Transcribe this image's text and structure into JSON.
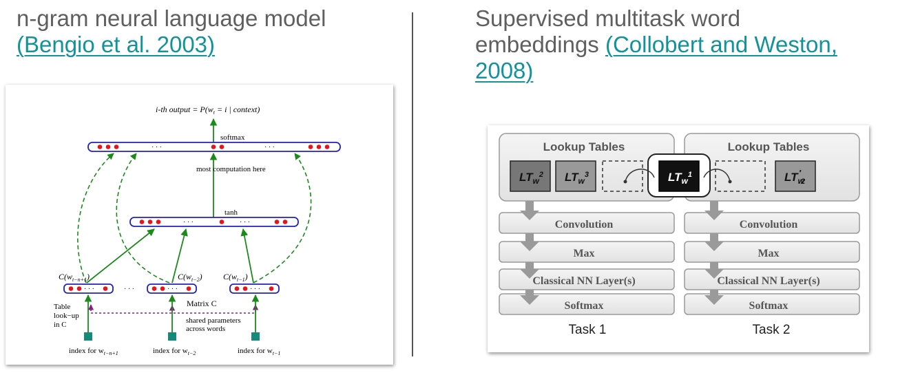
{
  "left": {
    "title": "n-gram neural language model",
    "citation": "(Bengio et al. 2003)"
  },
  "right": {
    "title_line1": "Supervised multitask word",
    "title_line2_prefix": "embeddings ",
    "citation_part1": "(Collobert and Weston,",
    "citation_part2": "2008)"
  },
  "bengio": {
    "output_label": "i-th output = P(w",
    "output_label_rest": " = i | context)",
    "softmax": "softmax",
    "computation": "most  computation here",
    "tanh": "tanh",
    "dots": "· · ·",
    "c1": "C(w",
    "c1_sub": "t−n+1",
    "c2": "C(w",
    "c2_sub": "t−2",
    "c3": "C(w",
    "c3_sub": "t−1",
    "close_paren": ")",
    "table_lookup_1": "Table",
    "table_lookup_2": "look−up",
    "table_lookup_3": "in C",
    "matrix": "Matrix C",
    "shared_1": "shared parameters",
    "shared_2": "across words",
    "index_prefix": "index for w",
    "index_sub1": "t−n+1",
    "index_sub2": "t−2",
    "index_sub3": "t−1"
  },
  "collobert": {
    "lookup_tables": "Lookup Tables",
    "lt": "LT",
    "w": "w",
    "lt_sup_2": "2",
    "lt_sup_3": "3",
    "lt_sup_1": "1",
    "lt_prime": "′",
    "convolution": "Convolution",
    "max": "Max",
    "classical": "Classical NN Layer(s)",
    "softmax": "Softmax",
    "task1": "Task 1",
    "task2": "Task 2"
  },
  "colors": {
    "link": "#12939a",
    "green_arrow": "#1a8a1a",
    "node_red": "#e8141b",
    "layer_blue": "#2020c0",
    "purple_dashed": "#8a1a8a",
    "teal_input": "#138a7a",
    "gray_box": "#eeeeee",
    "dark_cell": "#777777",
    "black_cell": "#111111"
  }
}
